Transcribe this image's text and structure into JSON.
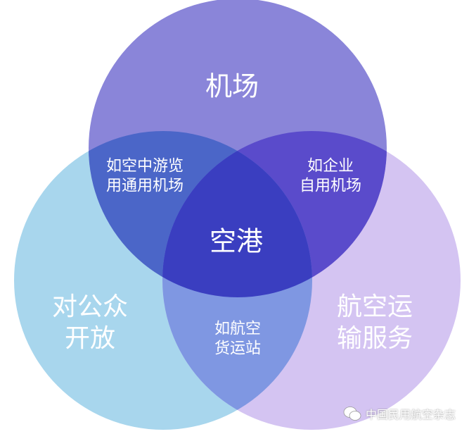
{
  "colors": {
    "top": "#8a85d9",
    "left": "#a8d6ed",
    "right": "#d4c4f2",
    "top_left": "#4b66c8",
    "top_right": "#5a4bcb",
    "left_right": "#7f97e2",
    "center": "#3a3ec0"
  },
  "labels": {
    "top": "机场",
    "left_1": "对公众",
    "left_2": "开放",
    "right_1": "航空运",
    "right_2": "输服务",
    "top_left_1": "如空中游览",
    "top_left_2": "用通用机场",
    "top_right_1": "如企业",
    "top_right_2": "自用机场",
    "left_right_1": "如航空",
    "left_right_2": "货运站",
    "center": "空港"
  },
  "watermark": {
    "icon": "wechat-icon",
    "text": "中国民用航空杂志"
  }
}
